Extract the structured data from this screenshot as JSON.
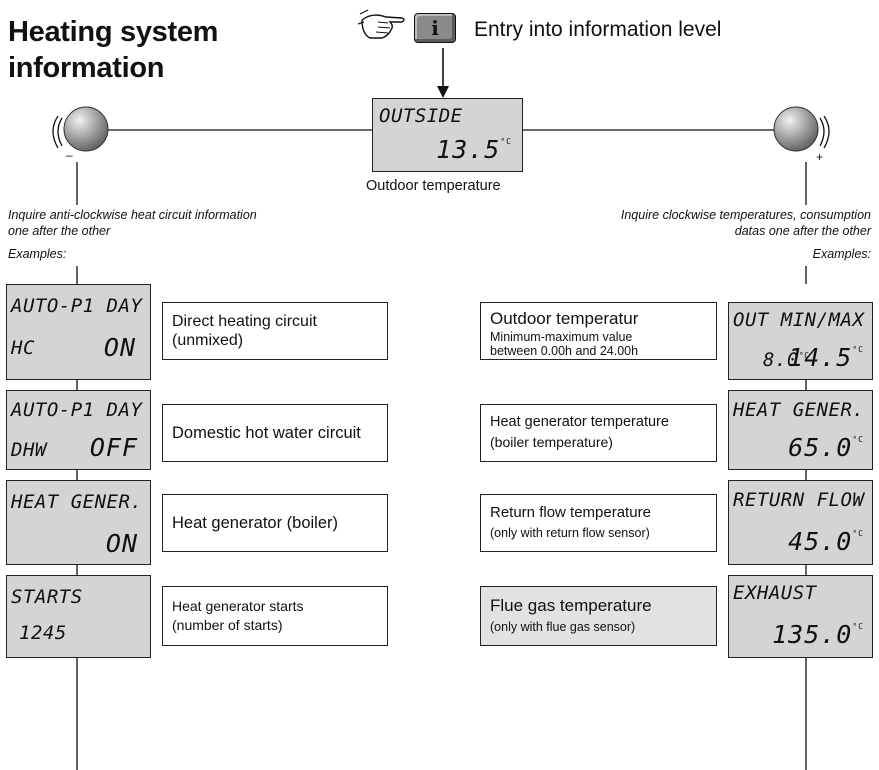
{
  "title_line1": "Heating system",
  "title_line2": "information",
  "info_button_glyph": "i",
  "entry_label": "Entry into information level",
  "center_display": {
    "line1": "OUTSIDE",
    "value": "13.5",
    "unit": "°C"
  },
  "center_caption": "Outdoor temperature",
  "knob_left_sign": "–",
  "knob_right_sign": "+",
  "left_instructions": [
    "Inquire anti-clockwise heat circuit information",
    "one after the other"
  ],
  "right_instructions": [
    "Inquire clockwise temperatures, consumption",
    "datas one after the other"
  ],
  "examples_label": "Examples:",
  "left_rows": [
    {
      "lcd_l1": "AUTO-P1 DAY",
      "lcd_l2a": "HC",
      "lcd_l2b": "ON",
      "desc1": "Direct heating circuit",
      "desc2": "(unmixed)"
    },
    {
      "lcd_l1": "AUTO-P1 DAY",
      "lcd_l2a": "DHW",
      "lcd_l2b": "OFF",
      "desc1": "Domestic hot water circuit"
    },
    {
      "lcd_l1": "HEAT GENER.",
      "lcd_l2b": "ON",
      "desc1": "Heat generator (boiler)"
    },
    {
      "lcd_l1": "STARTS",
      "lcd_l2a": "1245",
      "desc1": "Heat generator starts",
      "desc2": "(number of starts)"
    }
  ],
  "right_rows": [
    {
      "desc1": "Outdoor temperatur",
      "desc2": "Minimum-maximum value",
      "desc3": "between 0.00h and 24.00h",
      "lcd_l1": "OUT MIN/MAX",
      "lcd_l2a": "8.0",
      "lcd_l2b": "14.5",
      "unit": "°C"
    },
    {
      "desc1": "Heat generator temperature",
      "desc2": "(boiler temperature)",
      "lcd_l1": "HEAT GENER.",
      "lcd_l2b": "65.0",
      "unit": "°C"
    },
    {
      "desc1": "Return flow temperature",
      "desc2": "(only with return flow sensor)",
      "lcd_l1": "RETURN FLOW",
      "lcd_l2b": "45.0",
      "unit": "°C"
    },
    {
      "desc1": "Flue gas temperature",
      "desc2": "(only with flue gas sensor)",
      "lcd_l1": "EXHAUST",
      "lcd_l2b": "135.0",
      "unit": "°C"
    }
  ]
}
